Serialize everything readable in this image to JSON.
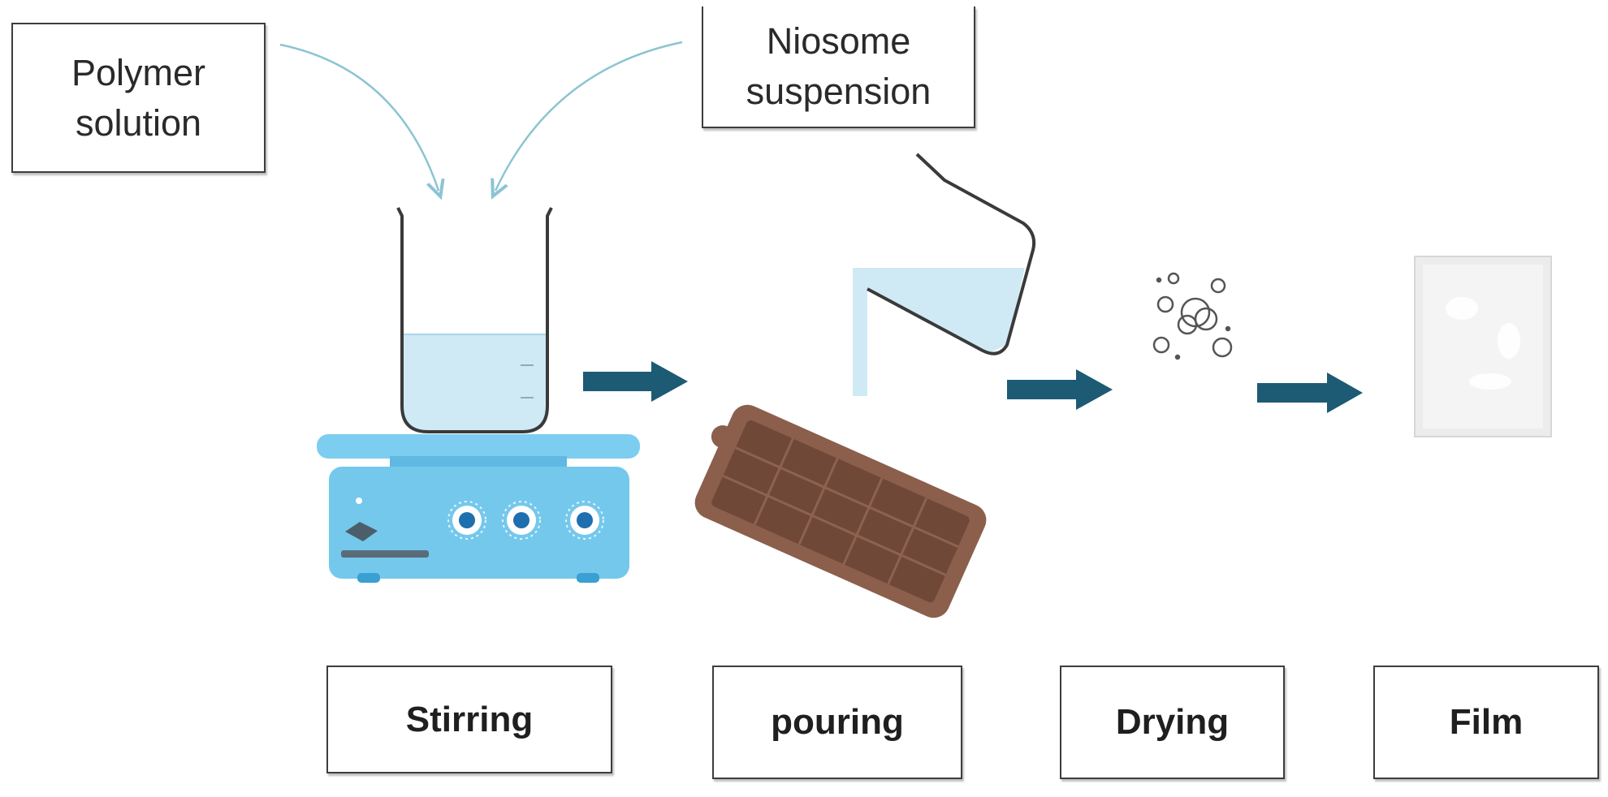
{
  "inputs": {
    "polymer": {
      "line1": "Polymer",
      "line2": "solution"
    },
    "niosome": {
      "line1": "Niosome",
      "line2": "suspension"
    }
  },
  "steps": [
    {
      "label": "Stirring"
    },
    {
      "label": "pouring"
    },
    {
      "label": "Drying"
    },
    {
      "label": "Film"
    }
  ],
  "icons": {
    "stirrer": "magnetic-stirrer-icon",
    "beaker": "beaker-icon",
    "pitcher": "pouring-beaker-icon",
    "mold": "silicone-mold-icon",
    "bubbles": "evaporation-bubbles-icon",
    "film": "film-sheet-icon"
  },
  "colors": {
    "arrow": "#1d5a73",
    "liquid": "#cfeaf5",
    "stirrer": "#74c8ec",
    "mold": "#8b5f4c",
    "curve": "#8cc4d2",
    "border": "#3d3d3d"
  }
}
